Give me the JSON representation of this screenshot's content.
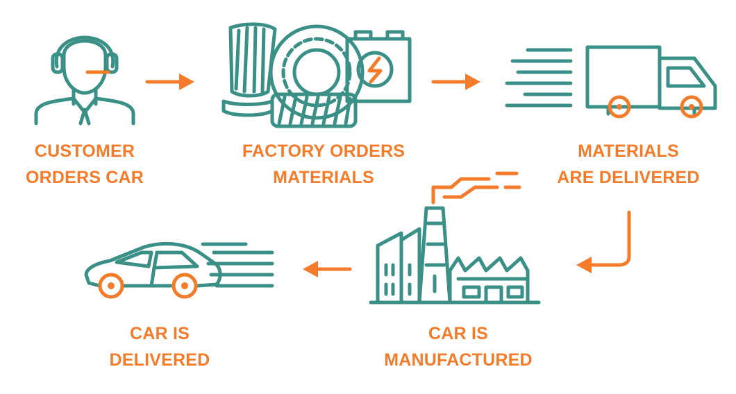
{
  "colors": {
    "teal": "#3a8f86",
    "orange": "#f47b2a",
    "background": "#ffffff"
  },
  "steps": [
    {
      "icon": "customer-support-icon",
      "line1": "CUSTOMER",
      "line2": "ORDERS CAR"
    },
    {
      "icon": "car-parts-icon",
      "line1": "FACTORY ORDERS",
      "line2": "MATERIALS"
    },
    {
      "icon": "delivery-truck-icon",
      "line1": "MATERIALS",
      "line2": "ARE DELIVERED"
    },
    {
      "icon": "factory-icon",
      "line1": "CAR IS",
      "line2": "MANUFACTURED"
    },
    {
      "icon": "car-icon",
      "line1": "CAR IS",
      "line2": "DELIVERED"
    }
  ],
  "arrows": [
    "right",
    "right",
    "down-left",
    "left"
  ]
}
